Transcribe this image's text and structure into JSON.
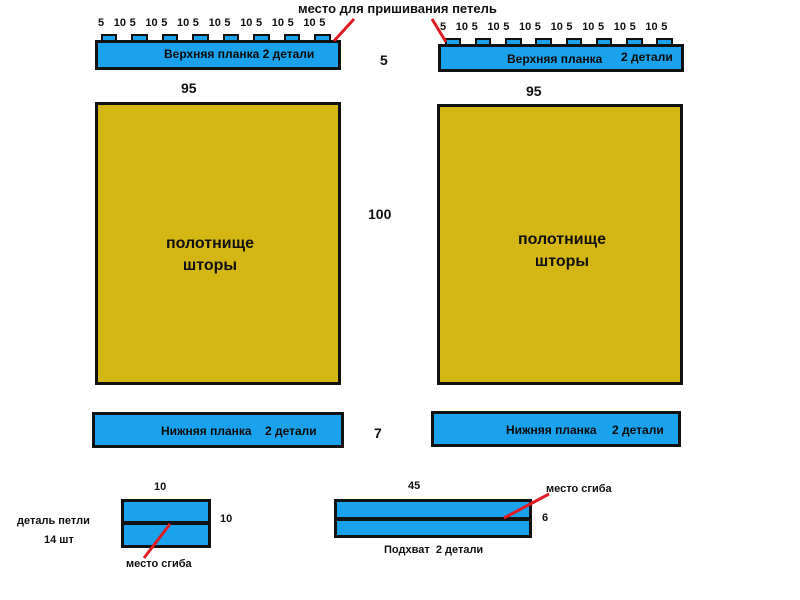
{
  "colors": {
    "strap": "#1aa3ec",
    "panel": "#d4b713",
    "outline": "#111111",
    "pointer": "#e01b24"
  },
  "top_label": "место для пришивания петель",
  "left_column": {
    "top_ruler": [
      "5",
      "10",
      "5",
      "10",
      "5",
      "10",
      "5",
      "10",
      "5",
      "10",
      "5",
      "10",
      "5",
      "10",
      "5"
    ],
    "top_strap": "Верхняя планка  2 детали",
    "width": "95",
    "panel": "полотнище\nшторы",
    "bottom_strap": "Нижняя планка    2 детали"
  },
  "right_column": {
    "top_ruler": [
      "5",
      "10",
      "5",
      "10",
      "5",
      "10",
      "5",
      "10",
      "5",
      "10",
      "5",
      "10",
      "5",
      "10",
      "5"
    ],
    "top_strap": "Верхняя планка",
    "top_strap_count": "2 детали",
    "width": "95",
    "panel": "полотнище\nшторы",
    "bottom_strap": "Нижняя планка",
    "bottom_strap_count": "2 детали"
  },
  "dimensions": {
    "top_strap_height": "5",
    "panel_height": "100",
    "bottom_strap_height": "7"
  },
  "loop": {
    "name": "деталь петли",
    "count": "14 шт",
    "width": "10",
    "height": "10",
    "fold": "место сгиба"
  },
  "tieback": {
    "length": "45",
    "height": "6",
    "fold": "место сгиба",
    "name": "Подхват  2 детали"
  }
}
